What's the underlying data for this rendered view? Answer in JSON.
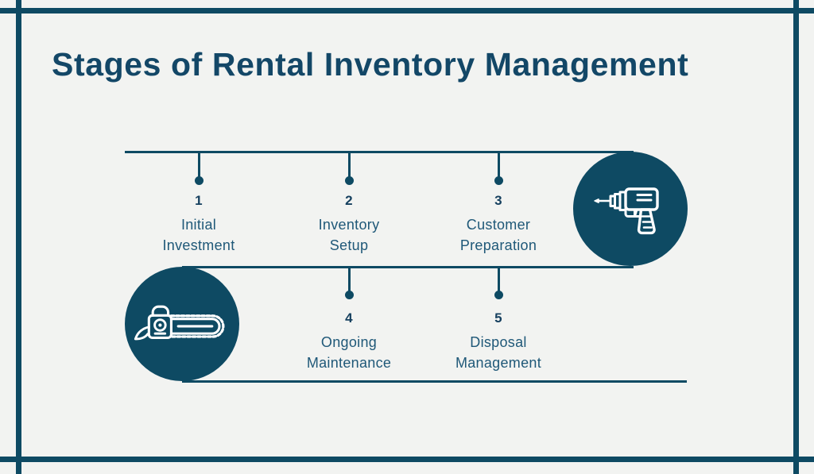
{
  "title": "Stages of Rental Inventory Management",
  "colors": {
    "background": "#f2f3f1",
    "primary_teal": "#0e4a63",
    "title_text": "#134767",
    "number_text": "#16405f",
    "label_text": "#1f5878",
    "icon_stroke": "#ffffff"
  },
  "stages": [
    {
      "number": "1",
      "label_lines": [
        "Initial",
        "Investment"
      ]
    },
    {
      "number": "2",
      "label_lines": [
        "Inventory",
        "Setup"
      ]
    },
    {
      "number": "3",
      "label_lines": [
        "Customer",
        "Preparation"
      ]
    },
    {
      "number": "4",
      "label_lines": [
        "Ongoing",
        "Maintenance"
      ]
    },
    {
      "number": "5",
      "label_lines": [
        "Disposal",
        "Management"
      ]
    }
  ],
  "icons": [
    {
      "name": "drill-icon"
    },
    {
      "name": "chainsaw-icon"
    }
  ]
}
